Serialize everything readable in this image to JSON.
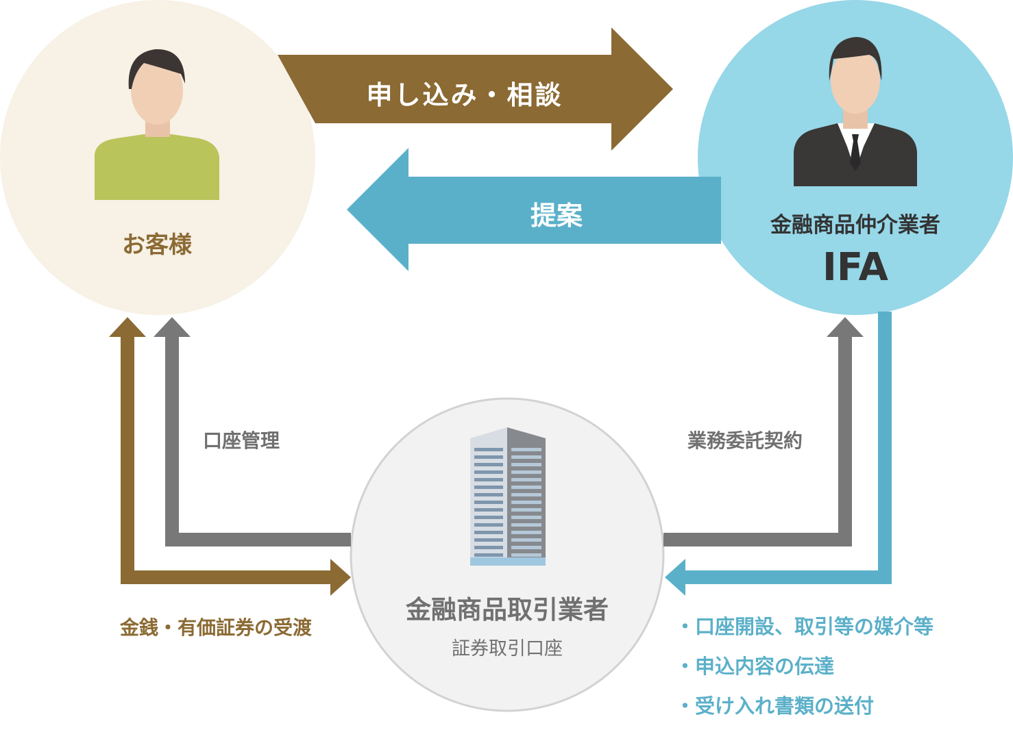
{
  "nodes": {
    "customer": {
      "label": "お客様"
    },
    "ifa": {
      "label_jp": "金融商品仲介業者",
      "label_en": "IFA"
    },
    "broker": {
      "label": "金融商品取引業者",
      "sublabel": "証券取引口座"
    }
  },
  "flows": {
    "apply_consult": "申し込み・相談",
    "proposal": "提案",
    "account_management": "口座管理",
    "business_contract": "業務委託契約",
    "money_securities": "金銭・有価証券の受渡"
  },
  "intermediary_services": [
    "・口座開設、取引等の媒介等",
    "・申込内容の伝達",
    "・受け入れ書類の送付"
  ],
  "colors": {
    "brown": "#8b6a33",
    "blue": "#5bb0c9",
    "gray": "#787878",
    "customer_bg": "#f7f1e6",
    "ifa_bg": "#96d7e8",
    "broker_bg": "#f2f2f2"
  }
}
